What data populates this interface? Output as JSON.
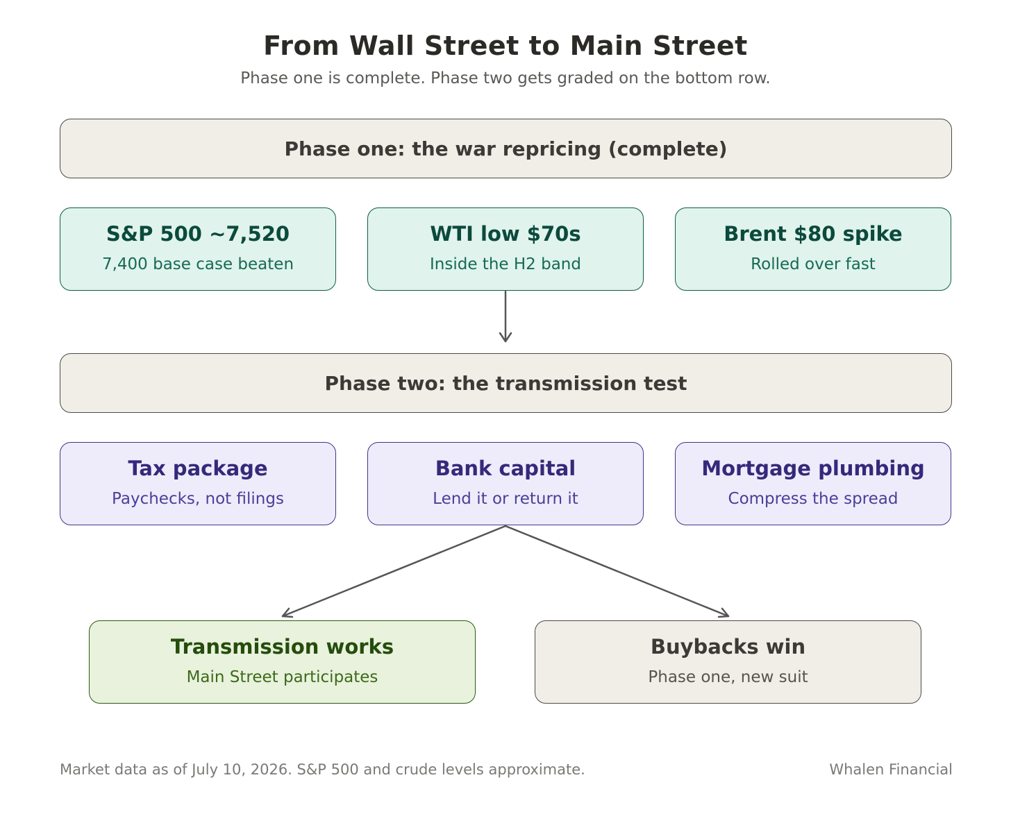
{
  "title": "From Wall Street to Main Street",
  "subtitle": "Phase one is complete. Phase two gets graded on the bottom row.",
  "phase_one": {
    "label": "Phase one: the war repricing (complete)",
    "cards": [
      {
        "heading": "S&P 500 ~7,520",
        "sub": "7,400 base case beaten"
      },
      {
        "heading": "WTI low $70s",
        "sub": "Inside the H2 band"
      },
      {
        "heading": "Brent $80 spike",
        "sub": "Rolled over fast"
      }
    ]
  },
  "phase_two": {
    "label": "Phase two: the transmission test",
    "cards": [
      {
        "heading": "Tax package",
        "sub": "Paychecks, not filings"
      },
      {
        "heading": "Bank capital",
        "sub": "Lend it or return it"
      },
      {
        "heading": "Mortgage plumbing",
        "sub": "Compress the spread"
      }
    ]
  },
  "outcomes": [
    {
      "heading": "Transmission works",
      "sub": "Main Street participates"
    },
    {
      "heading": "Buybacks win",
      "sub": "Phase one, new suit"
    }
  ],
  "footer": {
    "note": "Market data as of July 10, 2026. S&P 500 and crude levels approximate.",
    "brand": "Whalen Financial"
  },
  "colors": {
    "neutral_fill": "#f1eee7",
    "teal_fill": "#e0f3ec",
    "purple_fill": "#eeecfb",
    "green_fill": "#e9f2dd",
    "arrow": "#555555"
  }
}
